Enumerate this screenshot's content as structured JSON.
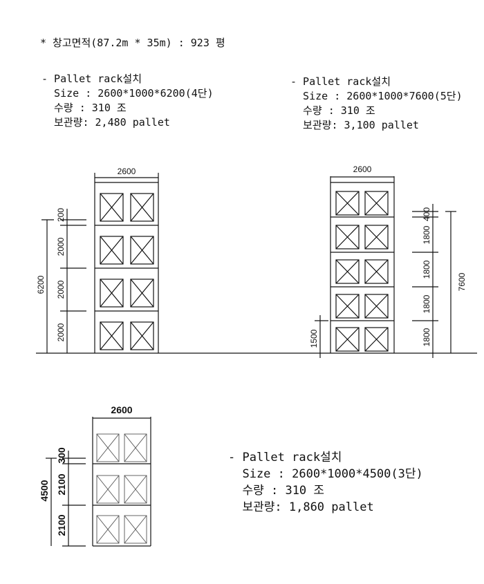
{
  "header": {
    "title": "* 창고면적(87.2m * 35m) : 923 평"
  },
  "specs": [
    {
      "line1": "- Pallet rack설치",
      "line2": "  Size : 2600*1000*6200(4단)",
      "line3": "  수량 : 310 조",
      "line4": "  보관량: 2,480 pallet"
    },
    {
      "line1": "- Pallet rack설치",
      "line2": "  Size : 2600*1000*7600(5단)",
      "line3": "  수량 : 310 조",
      "line4": "  보관량: 3,100 pallet"
    },
    {
      "line1": "- Pallet rack설치",
      "line2": "  Size : 2600*1000*4500(3단)",
      "line3": "  수량 : 310 조",
      "line4": "  보관량: 1,860 pallet"
    }
  ],
  "dims": {
    "rackA": {
      "width": "2600",
      "total": "6200",
      "top": "200",
      "s1": "2000",
      "s2": "2000",
      "s3": "2000"
    },
    "rackB": {
      "width": "2600",
      "total": "7600",
      "top": "400",
      "s1": "1800",
      "s2": "1800",
      "s3": "1800",
      "s4": "1800",
      "base": "1500"
    },
    "rackC": {
      "width": "2600",
      "total": "4500",
      "top": "300",
      "s1": "2100",
      "s2": "2100"
    }
  }
}
